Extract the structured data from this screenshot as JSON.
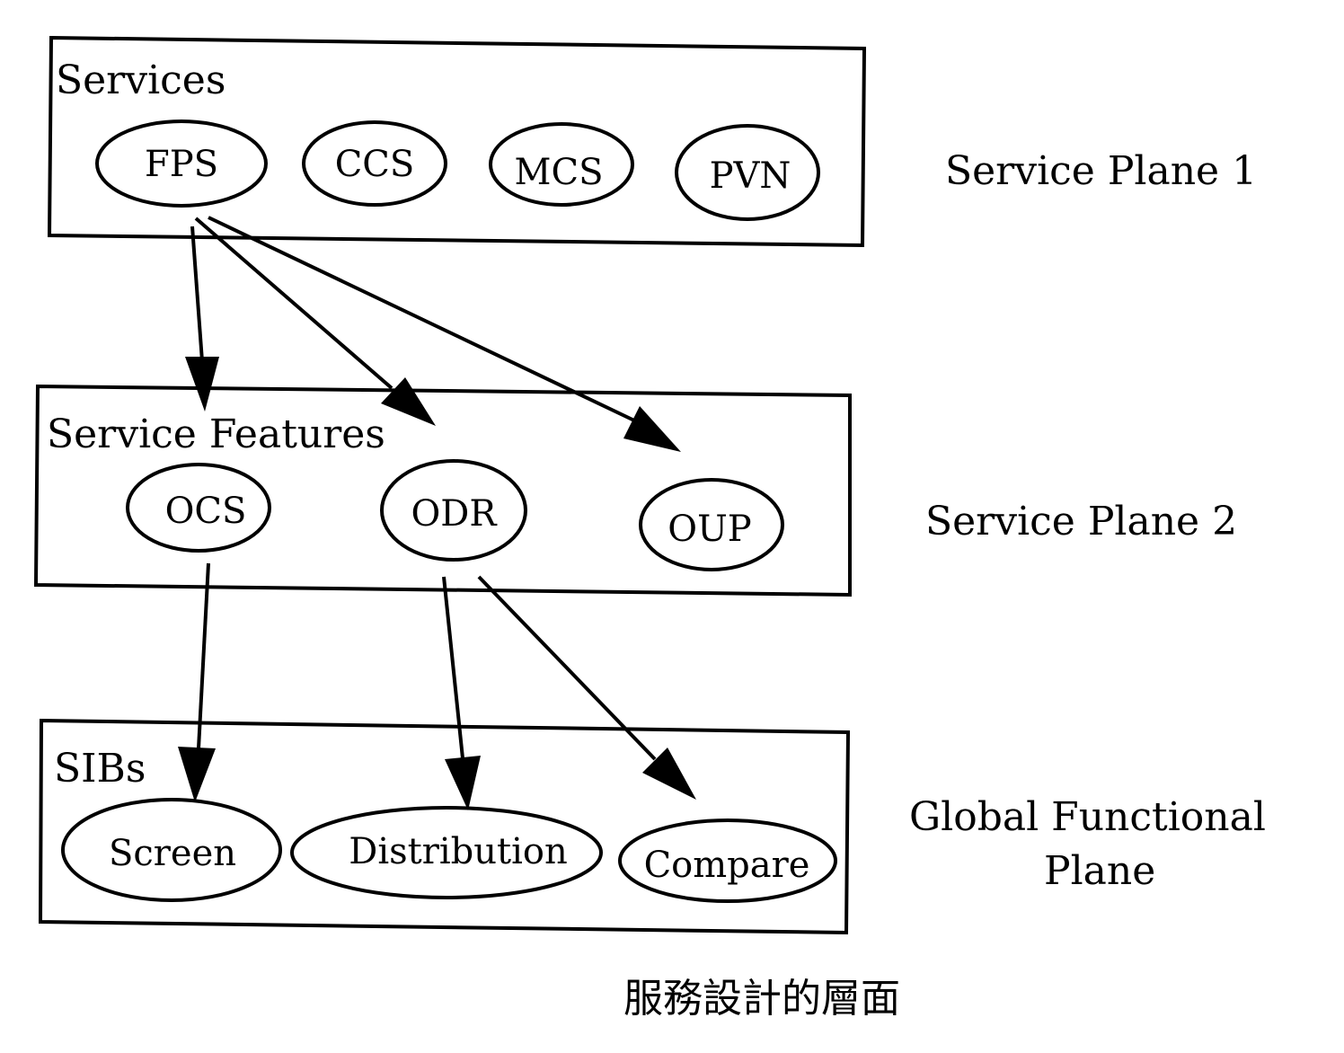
{
  "planes": [
    {
      "id": "service-plane-1",
      "box_title": "Services",
      "plane_label_lines": [
        "Service Plane 1"
      ],
      "nodes": [
        "FPS",
        "CCS",
        "MCS",
        "PVN"
      ]
    },
    {
      "id": "service-plane-2",
      "box_title": "Service Features",
      "plane_label_lines": [
        "Service Plane 2"
      ],
      "nodes": [
        "OCS",
        "ODR",
        "OUP"
      ]
    },
    {
      "id": "global-functional-plane",
      "box_title": "SIBs",
      "plane_label_lines": [
        "Global Functional",
        "Plane"
      ],
      "nodes": [
        "Screen",
        "Distribution",
        "Compare"
      ]
    }
  ],
  "edges": [
    {
      "from": "FPS",
      "to": "OCS"
    },
    {
      "from": "FPS",
      "to": "ODR"
    },
    {
      "from": "FPS",
      "to": "OUP"
    },
    {
      "from": "OCS",
      "to": "Screen"
    },
    {
      "from": "ODR",
      "to": "Distribution"
    },
    {
      "from": "ODR",
      "to": "Compare"
    }
  ],
  "caption": "服務設計的層面"
}
